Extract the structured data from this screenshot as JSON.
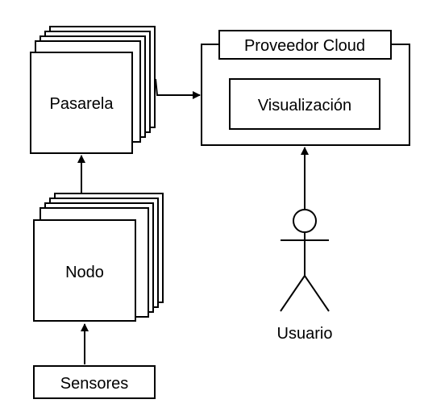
{
  "nodes": {
    "pasarela": "Pasarela",
    "nodo": "Nodo",
    "sensores": "Sensores",
    "cloud": "Proveedor Cloud",
    "visualizacion": "Visualización",
    "usuario": "Usuario"
  }
}
